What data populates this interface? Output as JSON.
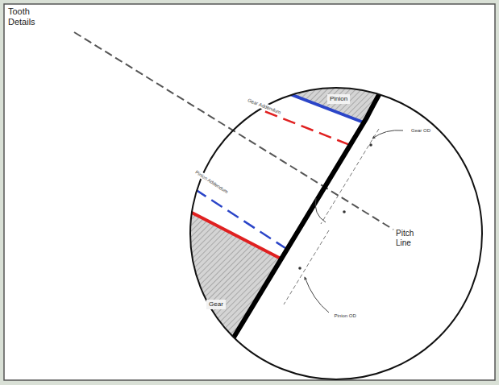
{
  "diagram": {
    "title": "Tooth Details",
    "nodes": [
      {
        "text": [
          "Pinion"
        ]
      },
      {
        "text": [
          "Gear"
        ]
      }
    ],
    "labels": [
      "Gear Addendum",
      "Pinion Addendum",
      "Gear OD",
      "Pinion OD",
      "Pitch Line"
    ]
  }
}
